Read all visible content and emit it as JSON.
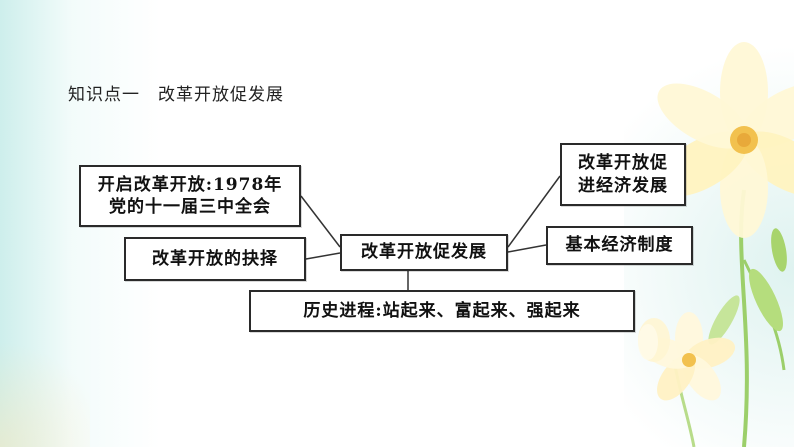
{
  "heading": {
    "label": "知识点一",
    "title": "改革开放促发展"
  },
  "diagram": {
    "center": "改革开放促发展",
    "left_top_line1": "开启改革开放:1978年",
    "left_top_line2": "党的十一届三中全会",
    "left_bottom": "改革开放的抉择",
    "right_top_line1": "改革开放促",
    "right_top_line2": "进经济发展",
    "right_bottom": "基本经济制度",
    "bottom": "历史进程:站起来、富起来、强起来"
  },
  "colors": {
    "border": "#2a2a2a",
    "text": "#111111",
    "accent_teal": "#a5e1dc",
    "flower": "#fff6c8",
    "flower_center": "#f2c14e",
    "stem": "#9ccf6a"
  },
  "icons": [
    "flower-decoration"
  ]
}
